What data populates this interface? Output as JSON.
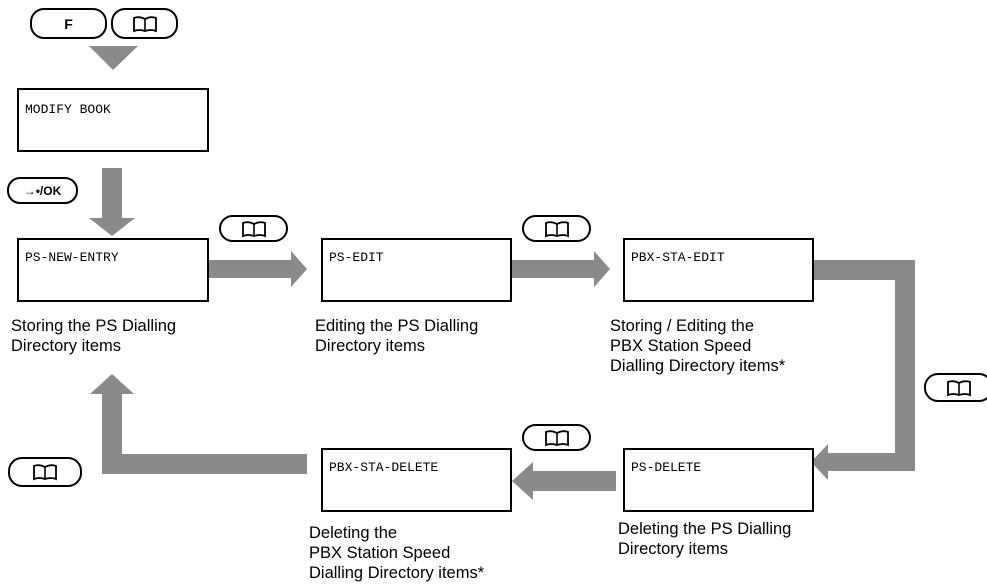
{
  "keys": {
    "function_key": "F",
    "ok_key": "→•/OK",
    "book_icon": "book-icon"
  },
  "screens": {
    "modify_book": "MODIFY BOOK",
    "ps_new_entry": "PS-NEW-ENTRY",
    "ps_edit": "PS-EDIT",
    "pbx_sta_edit": "PBX-STA-EDIT",
    "ps_delete": "PS-DELETE",
    "pbx_sta_delete": "PBX-STA-DELETE"
  },
  "captions": {
    "ps_new_entry": [
      "Storing the PS Dialling",
      "Directory items"
    ],
    "ps_edit": [
      "Editing the PS Dialling",
      "Directory items"
    ],
    "pbx_sta_edit": [
      "Storing / Editing the",
      "PBX Station Speed",
      "Dialling Directory items*"
    ],
    "ps_delete": [
      "Deleting the PS Dialling",
      "Directory items"
    ],
    "pbx_sta_delete": [
      "Deleting the",
      "PBX Station Speed",
      "Dialling Directory items*"
    ]
  },
  "colors": {
    "arrow": "#8a8a8a",
    "border": "#000000"
  }
}
